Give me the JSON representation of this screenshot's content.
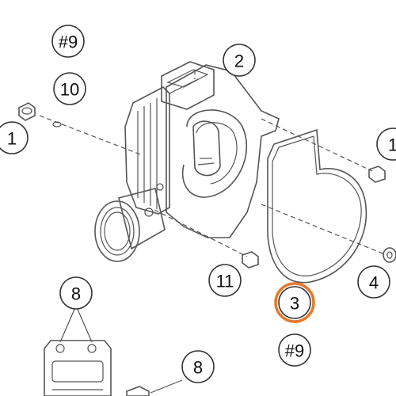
{
  "diagram": {
    "callouts": [
      {
        "id": "c-9a",
        "label": "#9",
        "highlight": false
      },
      {
        "id": "c-10",
        "label": "10",
        "highlight": false
      },
      {
        "id": "c-1-left",
        "label": "1",
        "highlight": false
      },
      {
        "id": "c-2",
        "label": "2",
        "highlight": false
      },
      {
        "id": "c-1-right",
        "label": "1",
        "highlight": false
      },
      {
        "id": "c-4",
        "label": "4",
        "highlight": false
      },
      {
        "id": "c-11",
        "label": "11",
        "highlight": false
      },
      {
        "id": "c-3",
        "label": "3",
        "highlight": true
      },
      {
        "id": "c-9b",
        "label": "#9",
        "highlight": false
      },
      {
        "id": "c-8-left",
        "label": "8",
        "highlight": false
      },
      {
        "id": "c-8-bottom",
        "label": "8",
        "highlight": false
      }
    ],
    "colors": {
      "ink": "#333333",
      "highlight": "#e8792b",
      "background": "#ffffff"
    }
  }
}
